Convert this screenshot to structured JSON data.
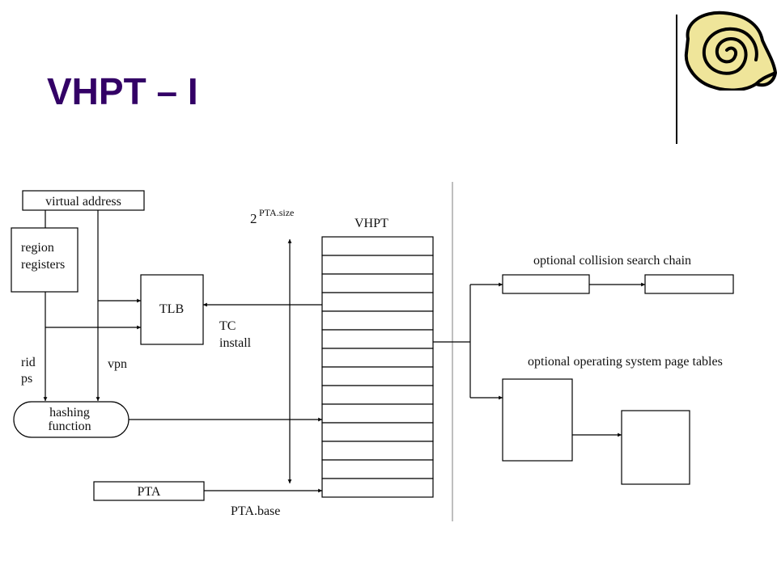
{
  "slide": {
    "title": "VHPT – I"
  },
  "logo": {
    "icon": "scroll-icon",
    "colors": {
      "fill": "#efe59a",
      "stroke": "#000000"
    }
  },
  "diagram": {
    "virtual_address": "virtual address",
    "region_registers_line1": "region",
    "region_registers_line2": "registers",
    "tlb": "TLB",
    "tc_line1": "TC",
    "tc_line2": "install",
    "rid": "rid",
    "ps": "ps",
    "vpn": "vpn",
    "hashing_line1": "hashing",
    "hashing_line2": "function",
    "pta": "PTA",
    "pta_base": "PTA.base",
    "size_base": "2",
    "size_exp": "PTA.size",
    "vhpt": "VHPT",
    "collision_chain": "optional collision search chain",
    "os_page_tables": "optional operating system page tables"
  }
}
